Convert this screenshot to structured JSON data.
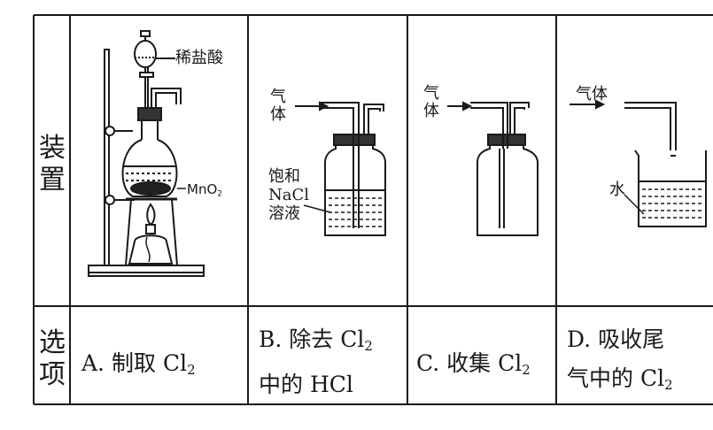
{
  "table": {
    "row_headers": {
      "apparatus": [
        "装",
        "置"
      ],
      "options": [
        "选",
        "项"
      ]
    },
    "options": [
      {
        "letter": "A.",
        "text": "制取",
        "formula": "Cl",
        "sub": "2"
      },
      {
        "letter": "B.",
        "text": "除去",
        "formula": "Cl",
        "sub": "2",
        "line2": "中的 HCl"
      },
      {
        "letter": "C.",
        "text": "收集",
        "formula": "Cl",
        "sub": "2"
      },
      {
        "letter": "D.",
        "text": "吸收尾",
        "line2_text": "气中的",
        "formula": "Cl",
        "sub": "2"
      }
    ]
  },
  "diagram_labels": {
    "acid": "稀盐酸",
    "mno2": "MnO",
    "mno2_sub": "2",
    "gas_b": [
      "气",
      "体"
    ],
    "solution": [
      "饱和",
      "NaCl",
      "溶液"
    ],
    "gas_c": [
      "气",
      "体"
    ],
    "gas_d": "气体",
    "water": "水"
  }
}
